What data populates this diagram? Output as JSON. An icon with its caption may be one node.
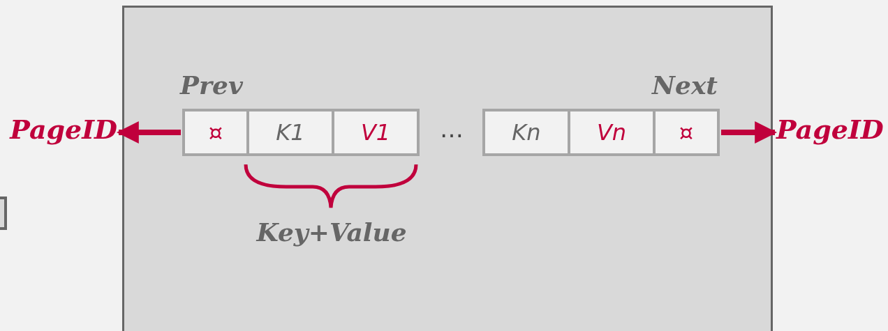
{
  "diagram": {
    "nodes": [
      {
        "text": [],
        "shape": "box"
      },
      {
        "text": [
          "¤"
        ],
        "in": 0,
        "beside": [
          "Prev"
        ]
      },
      {
        "text": [
          "K1"
        ],
        "in": 0
      },
      {
        "text": [
          "V1"
        ],
        "in": 0
      },
      {
        "text": [
          "Kn"
        ],
        "in": 0
      },
      {
        "text": [
          "Vn"
        ],
        "in": 0
      },
      {
        "text": [
          "¤"
        ],
        "in": 0,
        "beside": [
          "Next"
        ]
      },
      {
        "text": [
          "PageID"
        ]
      },
      {
        "text": [
          "PageID"
        ]
      },
      {
        "text": [],
        "shape": "box"
      }
    ],
    "edges": [
      {
        "from": 1,
        "to": 7,
        "arrow": "to"
      },
      {
        "from": 6,
        "to": 8,
        "arrow": "to"
      }
    ],
    "labels": [
      "…",
      "Key+Value"
    ]
  }
}
